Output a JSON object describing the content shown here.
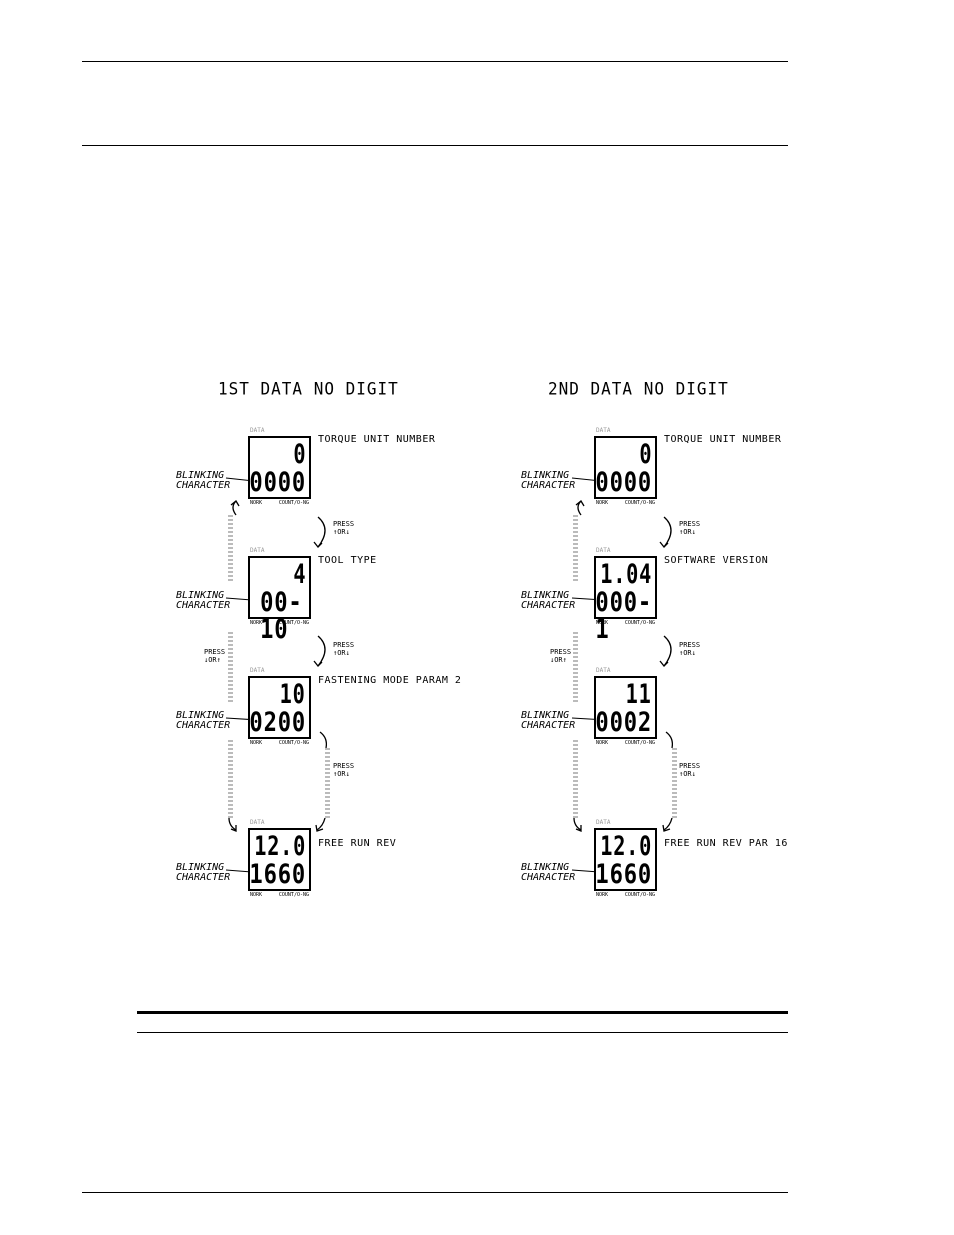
{
  "columns": [
    {
      "title": "1ST DATA NO DIGIT",
      "displays": [
        {
          "top": "0",
          "bottom": "0000",
          "label": "TORQUE UNIT NUMBER"
        },
        {
          "top": "4",
          "bottom": "00-10",
          "label": "TOOL TYPE"
        },
        {
          "top": "10",
          "bottom": "0200",
          "label": "FASTENING MODE PARAM 2"
        },
        {
          "top": "12.0",
          "bottom": "1660",
          "label": "FREE RUN REV"
        }
      ]
    },
    {
      "title": "2ND DATA NO DIGIT",
      "displays": [
        {
          "top": "0",
          "bottom": "0000",
          "label": "TORQUE UNIT NUMBER"
        },
        {
          "top": "1.04",
          "bottom": "000-1",
          "label": "SOFTWARE VERSION"
        },
        {
          "top": "11",
          "bottom": "0002",
          "label": ""
        },
        {
          "top": "12.0",
          "bottom": "1660",
          "label": "FREE RUN REV PAR 16"
        }
      ]
    }
  ],
  "lcd": {
    "tag": "DATA",
    "foot_left": "NORK",
    "foot_right": "COUNT/O-NG"
  },
  "blinking": {
    "line1": "BLINKING",
    "line2": "CHARACTER"
  },
  "press": {
    "line1": "PRESS",
    "line2": "↑OR↓",
    "line2_alt": "↓OR↑"
  }
}
